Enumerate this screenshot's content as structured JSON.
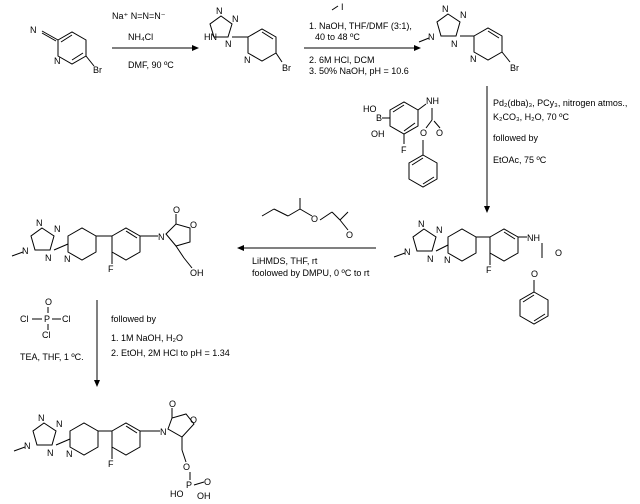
{
  "steps": [
    {
      "reagents_above": [
        "Na⁺ N=N=N⁻",
        "NH₄Cl"
      ],
      "conditions_below": [
        "DMF, 90 ºC"
      ]
    },
    {
      "reagents_above": [
        "1. NaOH, THF/DMF (3:1),",
        "40 to 48 ºC"
      ],
      "conditions_below": [
        "2. 6M HCl, DCM",
        "3. 50% NaOH, pH = 10.6"
      ],
      "reagent_label": "I"
    },
    {
      "conditions_right": [
        "Pd₂(dba)₃, PCy₃, nitrogen atmos.,",
        "K₂CO₃, H₂O, 70 ºC",
        "followed by",
        "EtOAc, 75 ºC"
      ]
    },
    {
      "conditions_below": [
        "LiHMDS, THF, rt",
        "foolowed by DMPU, 0 ºC to rt"
      ]
    },
    {
      "reagent_left": [
        "TEA, THF, 1 ºC."
      ],
      "conditions_right": [
        "followed by",
        "1. 1M NaOH, H₂O",
        "2. EtOH, 2M HCl to pH = 1.34"
      ]
    }
  ],
  "atoms": {
    "N": "N",
    "NH": "NH",
    "HN": "HN",
    "Br": "Br",
    "F": "F",
    "O": "O",
    "OH": "OH",
    "HO": "HO",
    "B": "B",
    "Cl": "Cl",
    "P": "P",
    "H": "H"
  }
}
